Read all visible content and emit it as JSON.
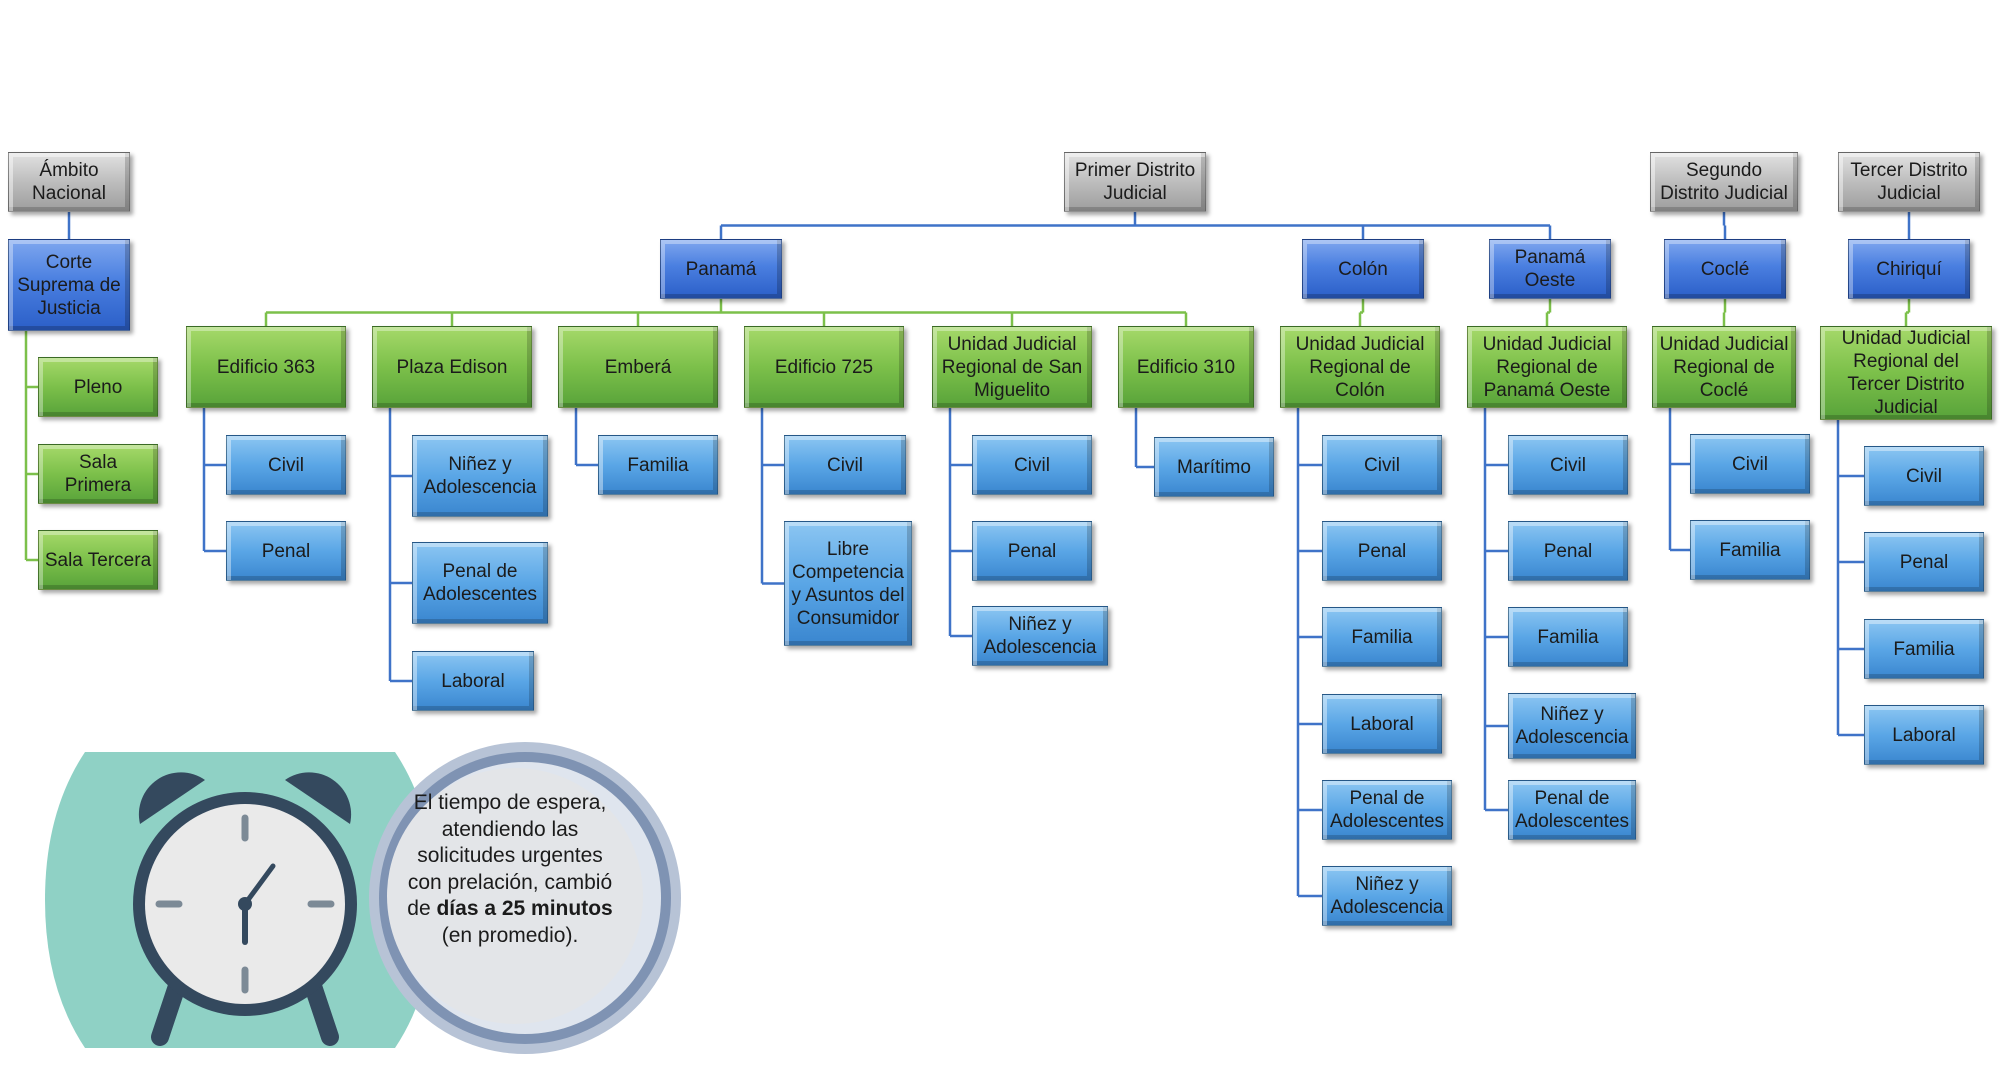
{
  "diagram": {
    "nodes": [
      {
        "id": "n-ambito",
        "label": "Ámbito Nacional",
        "level": "district"
      },
      {
        "id": "n-corte",
        "label": "Corte Suprema de Justicia",
        "level": "region"
      },
      {
        "id": "n-pleno",
        "label": "Pleno",
        "level": "court"
      },
      {
        "id": "n-sala1",
        "label": "Sala Primera",
        "level": "court"
      },
      {
        "id": "n-sala3",
        "label": "Sala Tercera",
        "level": "court"
      },
      {
        "id": "n-primer",
        "label": "Primer Distrito Judicial",
        "level": "district"
      },
      {
        "id": "n-panama",
        "label": "Panamá",
        "level": "region"
      },
      {
        "id": "n-colon",
        "label": "Colón",
        "level": "region"
      },
      {
        "id": "n-paneste",
        "label": "Panamá Oeste",
        "level": "region"
      },
      {
        "id": "n-ed363",
        "label": "Edificio 363",
        "level": "court"
      },
      {
        "id": "n-ed363-civil",
        "label": "Civil",
        "level": "branch"
      },
      {
        "id": "n-ed363-penal",
        "label": "Penal",
        "level": "branch"
      },
      {
        "id": "n-plaza",
        "label": "Plaza Edison",
        "level": "court"
      },
      {
        "id": "n-plaza-nin",
        "label": "Niñez y Adolescencia",
        "level": "branch"
      },
      {
        "id": "n-plaza-pen",
        "label": "Penal de Adolescentes",
        "level": "branch"
      },
      {
        "id": "n-plaza-lab",
        "label": "Laboral",
        "level": "branch"
      },
      {
        "id": "n-embera",
        "label": "Emberá",
        "level": "court"
      },
      {
        "id": "n-embera-fam",
        "label": "Familia",
        "level": "branch"
      },
      {
        "id": "n-ed725",
        "label": "Edificio 725",
        "level": "court"
      },
      {
        "id": "n-ed725-civil",
        "label": "Civil",
        "level": "branch"
      },
      {
        "id": "n-ed725-libre",
        "label": "Libre Competencia y Asuntos del Consumidor",
        "level": "branch"
      },
      {
        "id": "n-sanmig",
        "label": "Unidad Judicial Regional de San Miguelito",
        "level": "court"
      },
      {
        "id": "n-sanmig-civil",
        "label": "Civil",
        "level": "branch"
      },
      {
        "id": "n-sanmig-penal",
        "label": "Penal",
        "level": "branch"
      },
      {
        "id": "n-sanmig-nin",
        "label": "Niñez y Adolescencia",
        "level": "branch"
      },
      {
        "id": "n-ed310",
        "label": "Edificio 310",
        "level": "court"
      },
      {
        "id": "n-ed310-mar",
        "label": "Marítimo",
        "level": "branch"
      },
      {
        "id": "n-ujcolon",
        "label": "Unidad Judicial Regional de Colón",
        "level": "court"
      },
      {
        "id": "n-ujcolon-civil",
        "label": "Civil",
        "level": "branch"
      },
      {
        "id": "n-ujcolon-penal",
        "label": "Penal",
        "level": "branch"
      },
      {
        "id": "n-ujcolon-fam",
        "label": "Familia",
        "level": "branch"
      },
      {
        "id": "n-ujcolon-lab",
        "label": "Laboral",
        "level": "branch"
      },
      {
        "id": "n-ujcolon-pen",
        "label": "Penal de Adolescentes",
        "level": "branch"
      },
      {
        "id": "n-ujcolon-nin",
        "label": "Niñez y Adolescencia",
        "level": "branch"
      },
      {
        "id": "n-ujpo",
        "label": "Unidad Judicial Regional de Panamá Oeste",
        "level": "court"
      },
      {
        "id": "n-ujpo-civil",
        "label": "Civil",
        "level": "branch"
      },
      {
        "id": "n-ujpo-penal",
        "label": "Penal",
        "level": "branch"
      },
      {
        "id": "n-ujpo-fam",
        "label": "Familia",
        "level": "branch"
      },
      {
        "id": "n-ujpo-nin",
        "label": "Niñez y Adolescencia",
        "level": "branch"
      },
      {
        "id": "n-ujpo-pen",
        "label": "Penal de Adolescentes",
        "level": "branch"
      },
      {
        "id": "n-segundo",
        "label": "Segundo Distrito Judicial",
        "level": "district"
      },
      {
        "id": "n-cocle",
        "label": "Coclé",
        "level": "region"
      },
      {
        "id": "n-ujcocle",
        "label": "Unidad Judicial Regional de Coclé",
        "level": "court"
      },
      {
        "id": "n-ujcocle-civil",
        "label": "Civil",
        "level": "branch"
      },
      {
        "id": "n-ujcocle-fam",
        "label": "Familia",
        "level": "branch"
      },
      {
        "id": "n-tercer",
        "label": "Tercer Distrito Judicial",
        "level": "district"
      },
      {
        "id": "n-chiriqui",
        "label": "Chiriquí",
        "level": "region"
      },
      {
        "id": "n-ujtercer",
        "label": "Unidad Judicial Regional del Tercer Distrito Judicial",
        "level": "court"
      },
      {
        "id": "n-ujtercer-civil",
        "label": "Civil",
        "level": "branch"
      },
      {
        "id": "n-ujtercer-penal",
        "label": "Penal",
        "level": "branch"
      },
      {
        "id": "n-ujtercer-fam",
        "label": "Familia",
        "level": "branch"
      },
      {
        "id": "n-ujtercer-lab",
        "label": "Laboral",
        "level": "branch"
      }
    ],
    "edges": [
      [
        "n-ambito",
        "n-corte"
      ],
      [
        "n-corte",
        "n-pleno"
      ],
      [
        "n-corte",
        "n-sala1"
      ],
      [
        "n-corte",
        "n-sala3"
      ],
      [
        "n-primer",
        "n-panama"
      ],
      [
        "n-primer",
        "n-colon"
      ],
      [
        "n-primer",
        "n-paneste"
      ],
      [
        "n-panama",
        "n-ed363"
      ],
      [
        "n-panama",
        "n-plaza"
      ],
      [
        "n-panama",
        "n-embera"
      ],
      [
        "n-panama",
        "n-ed725"
      ],
      [
        "n-panama",
        "n-sanmig"
      ],
      [
        "n-panama",
        "n-ed310"
      ],
      [
        "n-ed363",
        "n-ed363-civil"
      ],
      [
        "n-ed363",
        "n-ed363-penal"
      ],
      [
        "n-plaza",
        "n-plaza-nin"
      ],
      [
        "n-plaza",
        "n-plaza-pen"
      ],
      [
        "n-plaza",
        "n-plaza-lab"
      ],
      [
        "n-embera",
        "n-embera-fam"
      ],
      [
        "n-ed725",
        "n-ed725-civil"
      ],
      [
        "n-ed725",
        "n-ed725-libre"
      ],
      [
        "n-sanmig",
        "n-sanmig-civil"
      ],
      [
        "n-sanmig",
        "n-sanmig-penal"
      ],
      [
        "n-sanmig",
        "n-sanmig-nin"
      ],
      [
        "n-ed310",
        "n-ed310-mar"
      ],
      [
        "n-colon",
        "n-ujcolon"
      ],
      [
        "n-ujcolon",
        "n-ujcolon-civil"
      ],
      [
        "n-ujcolon",
        "n-ujcolon-penal"
      ],
      [
        "n-ujcolon",
        "n-ujcolon-fam"
      ],
      [
        "n-ujcolon",
        "n-ujcolon-lab"
      ],
      [
        "n-ujcolon",
        "n-ujcolon-pen"
      ],
      [
        "n-ujcolon",
        "n-ujcolon-nin"
      ],
      [
        "n-paneste",
        "n-ujpo"
      ],
      [
        "n-ujpo",
        "n-ujpo-civil"
      ],
      [
        "n-ujpo",
        "n-ujpo-penal"
      ],
      [
        "n-ujpo",
        "n-ujpo-fam"
      ],
      [
        "n-ujpo",
        "n-ujpo-nin"
      ],
      [
        "n-ujpo",
        "n-ujpo-pen"
      ],
      [
        "n-segundo",
        "n-cocle"
      ],
      [
        "n-cocle",
        "n-ujcocle"
      ],
      [
        "n-ujcocle",
        "n-ujcocle-civil"
      ],
      [
        "n-ujcocle",
        "n-ujcocle-fam"
      ],
      [
        "n-tercer",
        "n-chiriqui"
      ],
      [
        "n-chiriqui",
        "n-ujtercer"
      ],
      [
        "n-ujtercer",
        "n-ujtercer-civil"
      ],
      [
        "n-ujtercer",
        "n-ujtercer-penal"
      ],
      [
        "n-ujtercer",
        "n-ujtercer-fam"
      ],
      [
        "n-ujtercer",
        "n-ujtercer-lab"
      ]
    ]
  },
  "callout": {
    "text_parts": [
      {
        "text": "El tiempo de espera, atendiendo las solicitudes urgentes con prelación, cambió de ",
        "bold": false
      },
      {
        "text": "días a 25 minutos",
        "bold": true
      },
      {
        "text": " (en promedio).",
        "bold": false
      }
    ]
  },
  "colors": {
    "district": "#b8b8b8",
    "region": "#3f73d8",
    "court": "#7cc04a",
    "branch": "#5aa6e6",
    "connector_blue": "#3f73c8",
    "connector_green": "#7cc04a",
    "clock_panel": "#8fd1c5",
    "clock_body": "#34495e"
  },
  "icons": [
    "alarm-clock-icon"
  ]
}
